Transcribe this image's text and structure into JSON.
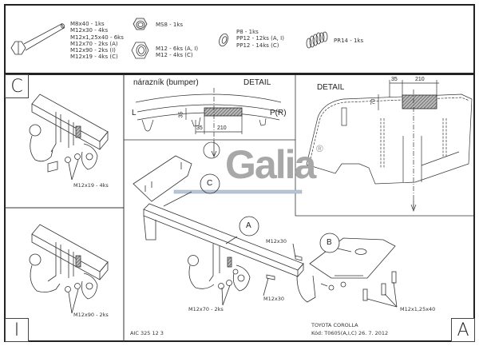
{
  "parts_list": {
    "bolts": [
      "M8x40 - 1ks",
      "M12x30 - 4ks",
      "M12x1,25x40 - 6ks",
      "M12x70 - 2ks (A)",
      "M12x90 - 2ks (I)",
      "M12x19 - 4ks (C)"
    ],
    "self_lock_nut": [
      "MS8 - 1ks"
    ],
    "nuts": [
      "M12 - 6ks (A, I)",
      "M12 - 4ks (C)"
    ],
    "washers": [
      "P8 - 1ks",
      "PP12 - 12ks (A, I)",
      "PP12 - 14ks (C)"
    ],
    "spring_washer": [
      "PR14 - 1ks"
    ]
  },
  "variants": {
    "c": {
      "letter": "C",
      "callout": "M12x19 - 4ks"
    },
    "i": {
      "letter": "I",
      "callout": "M12x90 - 2ks"
    },
    "a": {
      "letter": "A"
    }
  },
  "bumper_detail": {
    "title": "nárazník (bumper)",
    "detail_label": "DETAIL",
    "left_label": "L",
    "right_label": "P(R)",
    "dim_height": "35",
    "dim_offset": "35",
    "dim_width": "210"
  },
  "panel_detail": {
    "detail_label": "DETAIL",
    "dim_height": "70",
    "dim_offset": "35",
    "dim_width": "210"
  },
  "assembly": {
    "callout_a": "A",
    "callout_b": "B",
    "callout_c": "C",
    "bolt_m12x30_upper": "M12x30",
    "bolt_m12x30_lower": "M12x30",
    "bolt_m12x70": "M12x70 - 2ks",
    "bolt_m12x125x40": "M12x1,25x40"
  },
  "logo": {
    "text": "Galia",
    "mark": "®",
    "color": "#9a9a9a"
  },
  "footer": {
    "drawing_no": "AIC 325 12 3",
    "vehicle": "TOYOTA COROLLA",
    "code_date": "Kód: T0605(A,I,C)  26. 7. 2012"
  },
  "colors": {
    "line": "#222222",
    "hatch": "#555555",
    "logo_grey": "#9a9a9a",
    "logo_blue": "#8aa0c8"
  }
}
